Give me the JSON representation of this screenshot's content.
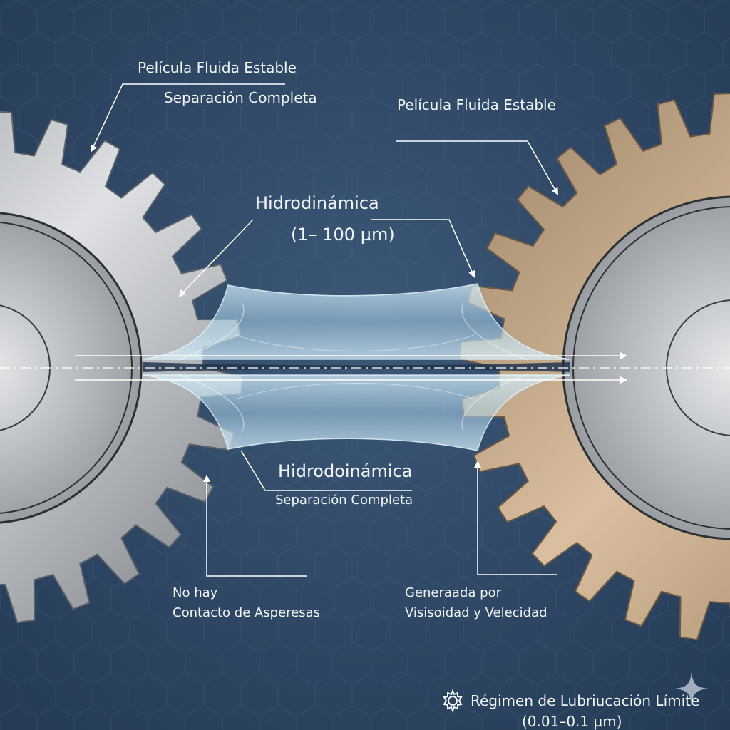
{
  "labels": {
    "top_left_title": "Película Fluida Estable",
    "top_left_sub": "Separación Completa",
    "top_right_title": "Película Fluida Estable",
    "center_title": "Hidrodinámica",
    "center_range": "(1– 100 µm)",
    "lower_title": "Hidrodoinámica",
    "lower_sub": "Separación Completa",
    "left_note_line1": "No hay",
    "left_note_line2": "Contacto de Asperesas",
    "right_note_line1": "Generaada por",
    "right_note_line2": "Visisoidad y Velecidad"
  },
  "footer": {
    "title": "Régimen de Lubriucación Límite",
    "range": "(0.01–0.1 µm)",
    "icon": "gear-icon"
  },
  "colors": {
    "background": "#2f4766",
    "left_gear": "#b9bcc0",
    "right_gear": "#c8ab8a",
    "fluid": "#bfe3f4",
    "text": "#f2f5f8"
  }
}
